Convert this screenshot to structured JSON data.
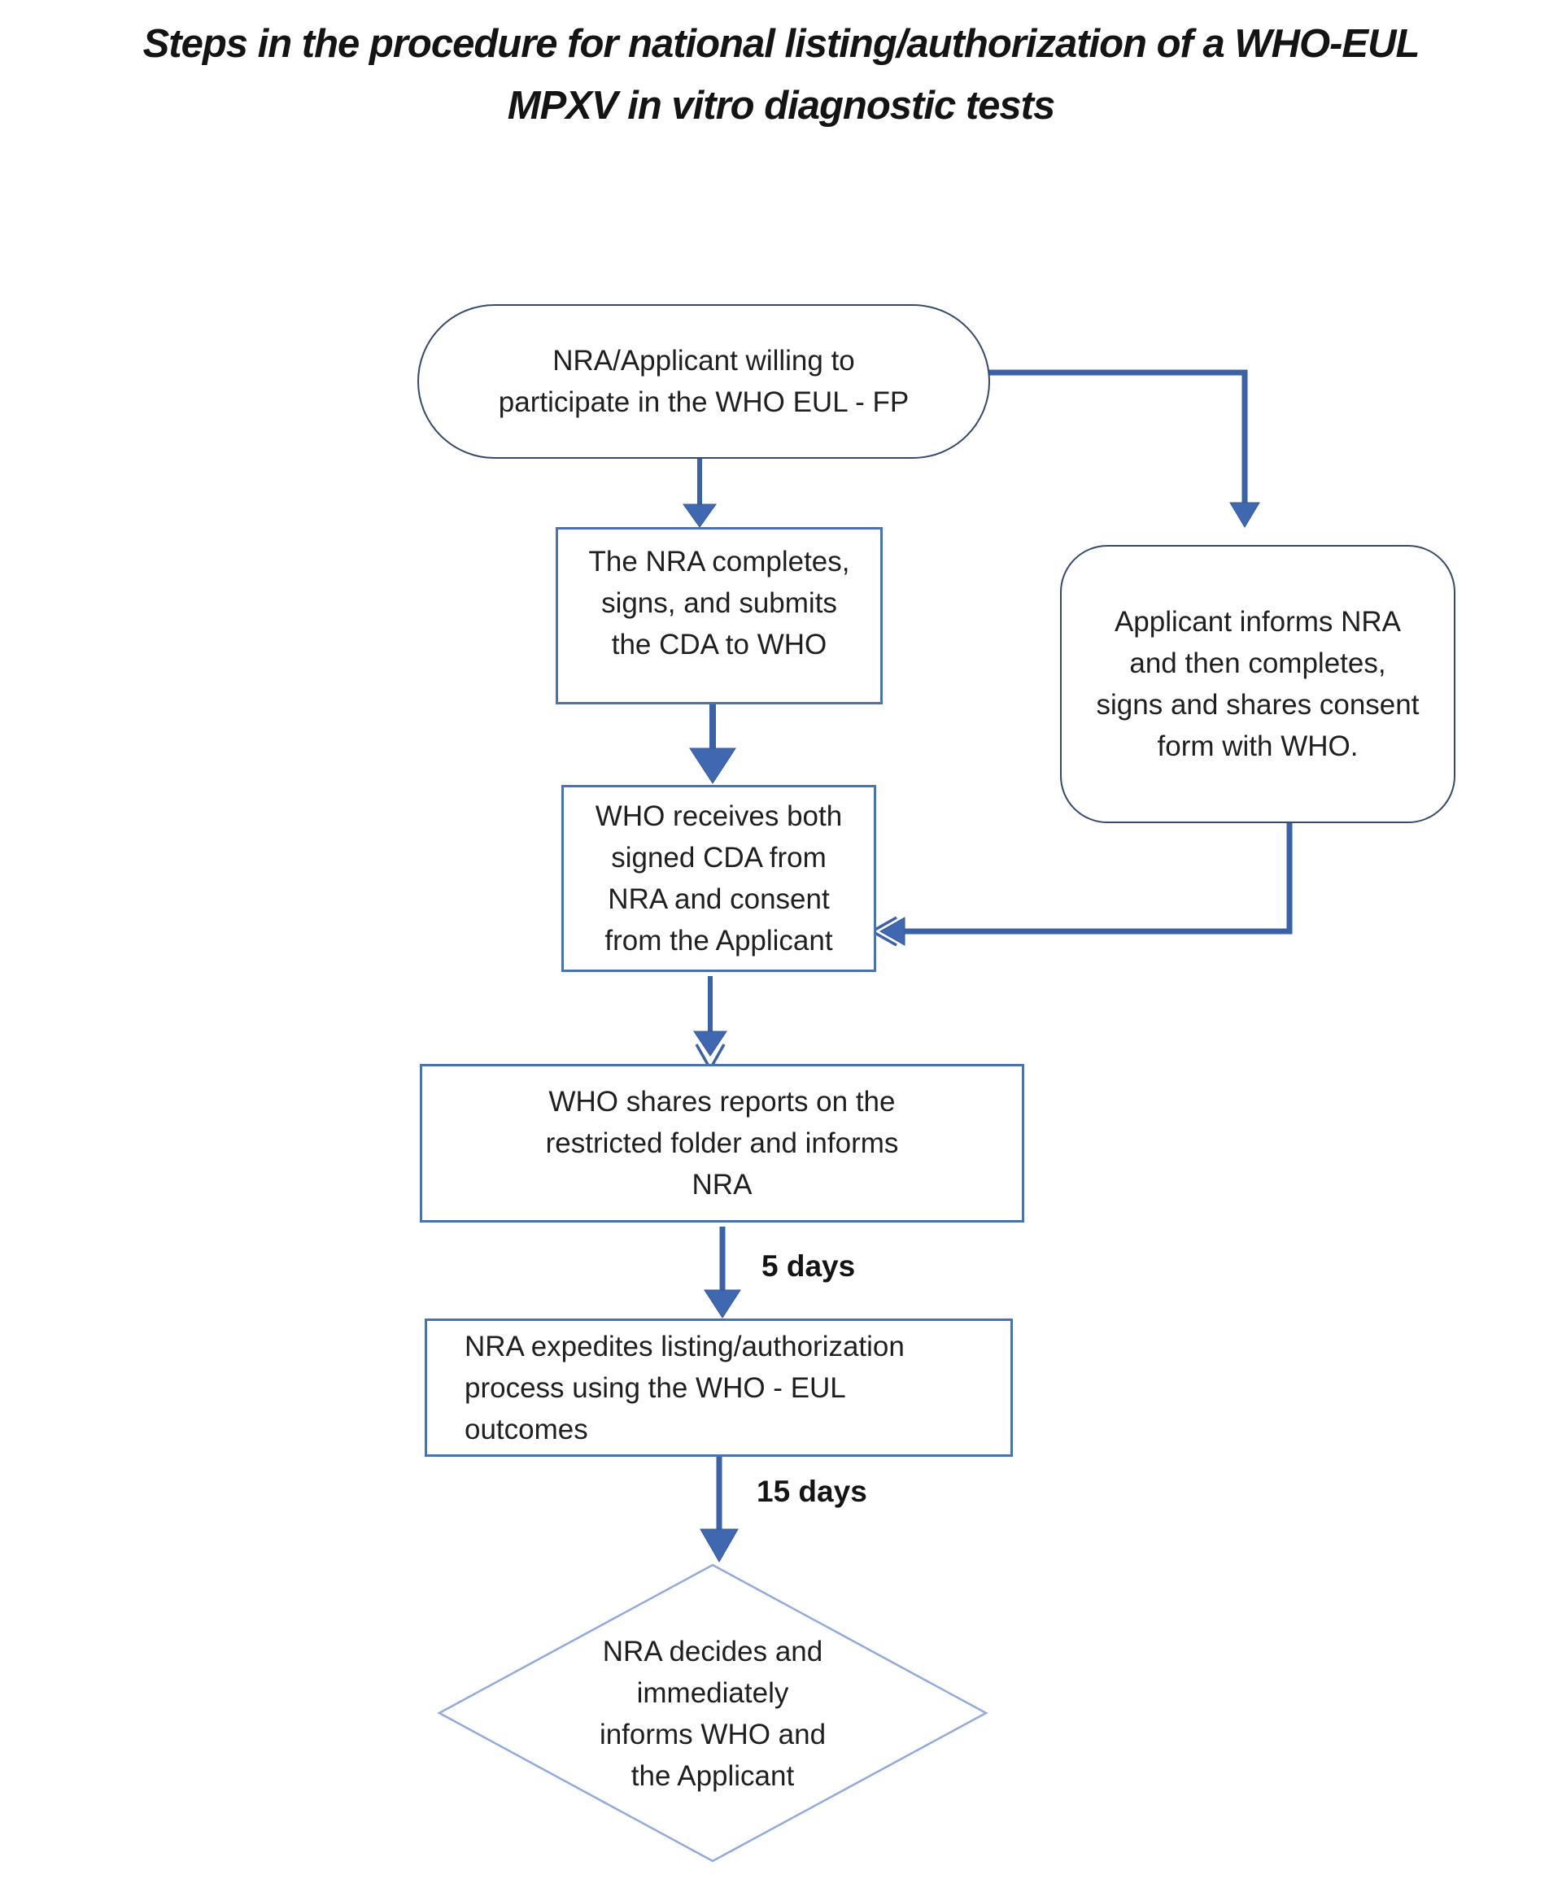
{
  "title": "Steps in the procedure for national listing/authorization of a WHO-EUL\nMPXV in vitro diagnostic tests",
  "colors": {
    "connector_blue": "#3a62a8",
    "arrowhead_blue": "#3f68b0",
    "rect_border": "#4a72b0",
    "rounded_border": "#36486b",
    "diamond_border": "#8faadc",
    "text": "#1f1f1f",
    "background": "#ffffff"
  },
  "nodes": {
    "start_oval": {
      "shape": "stadium",
      "text": "NRA/Applicant willing to\nparticipate in the WHO EUL - FP"
    },
    "nra_cda": {
      "shape": "rect",
      "text": "The NRA completes,\nsigns, and submits\nthe CDA to WHO"
    },
    "applicant_consent": {
      "shape": "rounded-rect",
      "text": "Applicant informs NRA\nand then completes,\nsigns and shares consent\nform with WHO."
    },
    "who_receives": {
      "shape": "rect",
      "text": "WHO receives both\nsigned CDA from\nNRA and consent\nfrom the Applicant"
    },
    "who_shares": {
      "shape": "rect",
      "text": "WHO shares reports on the\nrestricted folder and informs\nNRA"
    },
    "nra_expedites": {
      "shape": "rect",
      "text": "NRA expedites listing/authorization\nprocess using the WHO - EUL\noutcomes"
    },
    "nra_decides": {
      "shape": "diamond",
      "text": "NRA decides and\nimmediately\ninforms WHO and\nthe Applicant"
    }
  },
  "edges": [
    {
      "from": "start_oval",
      "to": "nra_cda",
      "label": ""
    },
    {
      "from": "start_oval",
      "to": "applicant_consent",
      "label": ""
    },
    {
      "from": "nra_cda",
      "to": "who_receives",
      "label": ""
    },
    {
      "from": "applicant_consent",
      "to": "who_receives",
      "label": ""
    },
    {
      "from": "who_receives",
      "to": "who_shares",
      "label": ""
    },
    {
      "from": "who_shares",
      "to": "nra_expedites",
      "label": "5 days"
    },
    {
      "from": "nra_expedites",
      "to": "nra_decides",
      "label": "15 days"
    }
  ]
}
